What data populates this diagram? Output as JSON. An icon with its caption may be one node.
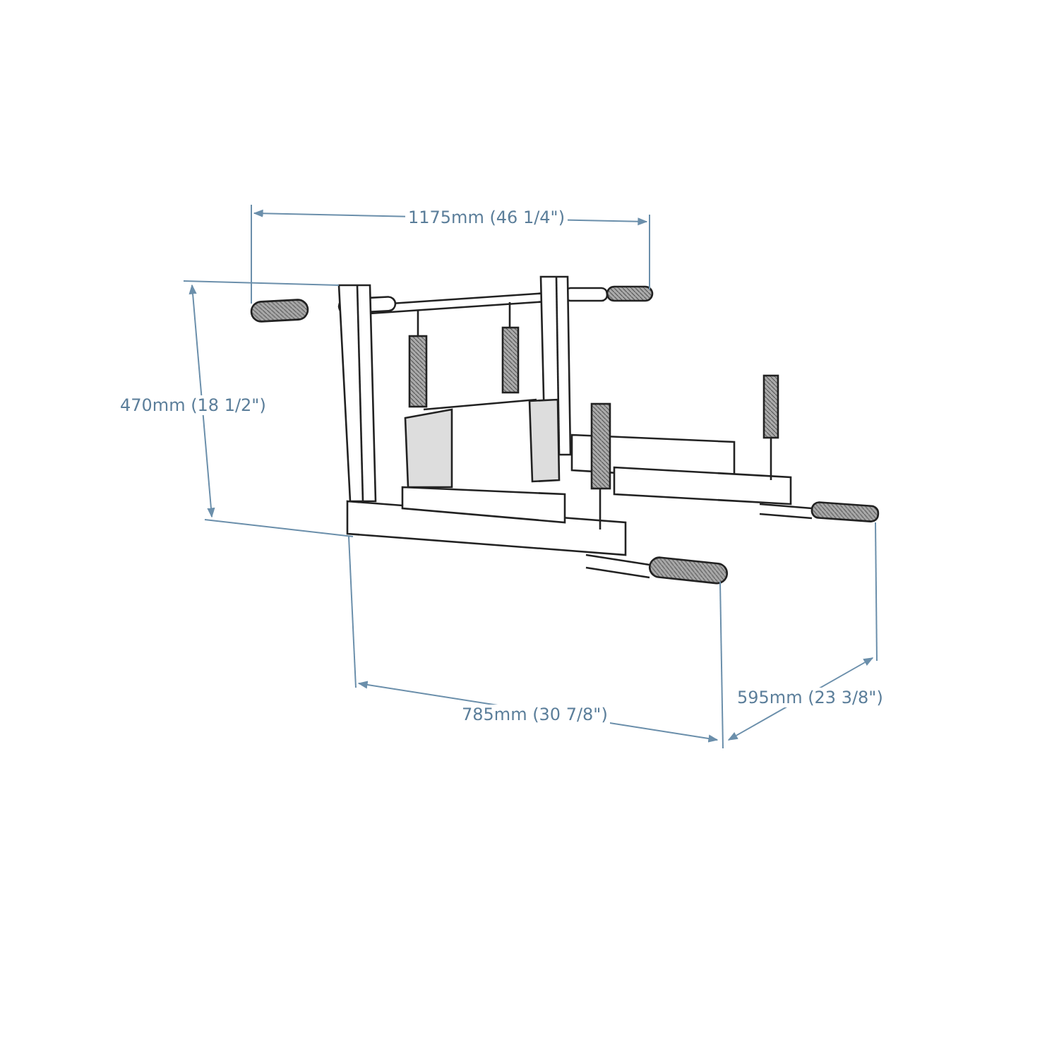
{
  "diagram": {
    "labels": [
      "1175mm (46 1/4\")",
      "470mm (18 1/2\")",
      "785mm (30 7/8\")",
      "595mm (23 3/8\")"
    ]
  }
}
